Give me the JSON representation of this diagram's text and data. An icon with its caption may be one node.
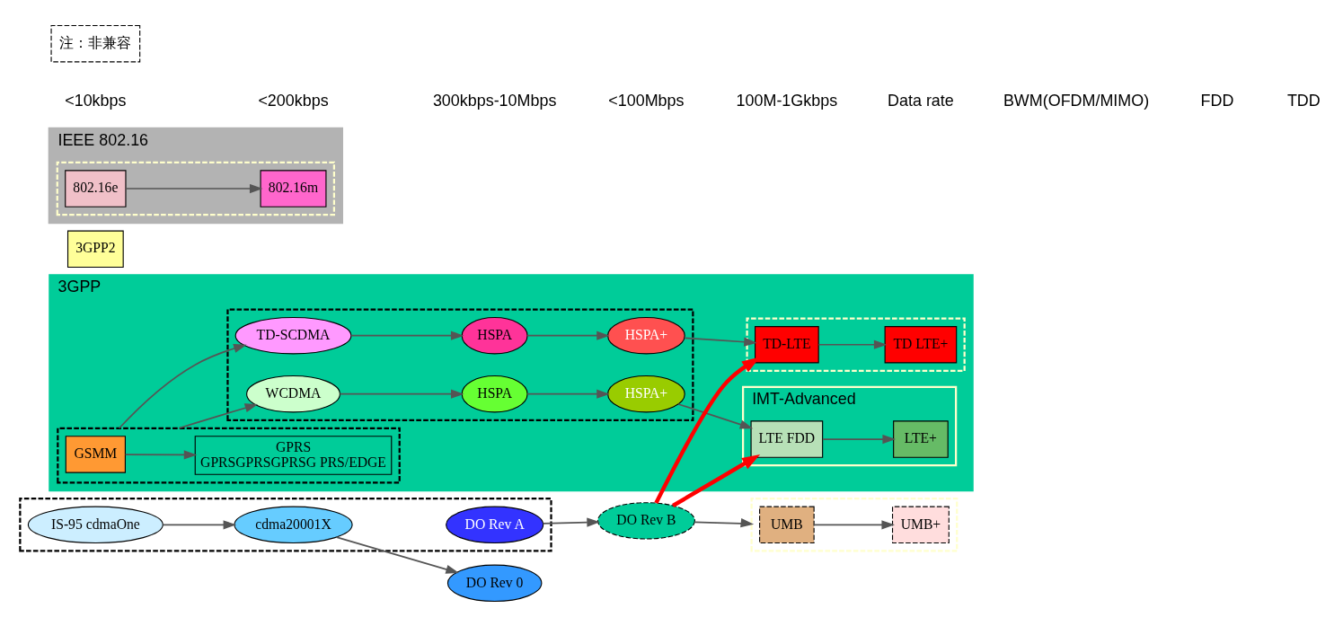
{
  "diagram": {
    "nodes": [
      {
        "text": [
          "3GPP"
        ]
      },
      {
        "text": [],
        "shape": "box",
        "in": 0
      },
      {
        "text": [
          "GSMM"
        ],
        "in": 1
      },
      {
        "text": [
          "GPRS",
          "GPRSGPRSGPRSG PRS/EDGE"
        ],
        "in": 1
      },
      {
        "text": [],
        "shape": "box",
        "in": 0
      },
      {
        "text": [
          "WCDMA"
        ],
        "in": 4
      },
      {
        "text": [
          "HSPA"
        ],
        "in": 4
      },
      {
        "text": [
          "HSPA+"
        ],
        "in": 4
      },
      {
        "text": [
          "TD-SCDMA"
        ],
        "in": 4
      },
      {
        "text": [
          "HSPA"
        ],
        "in": 4
      },
      {
        "text": [
          "HSPA+"
        ],
        "in": 4
      },
      {
        "text": [
          "IMT-Advanced"
        ],
        "in": 0
      },
      {
        "text": [
          "LTE FDD"
        ],
        "in": 11
      },
      {
        "text": [
          "LTE+"
        ],
        "in": 11
      },
      {
        "text": [],
        "shape": "box",
        "in": 0
      },
      {
        "text": [
          "TD-LTE"
        ],
        "in": 14
      },
      {
        "text": [
          "TD LTE+"
        ],
        "in": 14
      },
      {
        "text": [
          "3GPP2"
        ]
      },
      {
        "text": [],
        "shape": "box"
      },
      {
        "text": [
          "IS-95 cdmaOne"
        ],
        "in": 18
      },
      {
        "text": [
          "cdma20001X"
        ],
        "in": 18
      },
      {
        "text": [
          "DO Rev 0"
        ]
      },
      {
        "text": [
          "DO Rev A"
        ],
        "in": 18
      },
      {
        "text": [
          "DO Rev B"
        ]
      },
      {
        "text": [],
        "shape": "box"
      },
      {
        "text": [
          "UMB"
        ],
        "in": 24
      },
      {
        "text": [
          "UMB+"
        ],
        "in": 24
      },
      {
        "text": [
          "IEEE 802.16"
        ]
      },
      {
        "text": [],
        "shape": "box",
        "in": 27
      },
      {
        "text": [
          "802.16e"
        ],
        "in": 28
      },
      {
        "text": [
          "802.16m"
        ],
        "in": 28
      }
    ],
    "edges": [
      {
        "from": 2,
        "to": 3,
        "arrow": "to"
      },
      {
        "from": 1,
        "to": 5,
        "arrow": "to"
      },
      {
        "from": 1,
        "to": 8,
        "arrow": "to"
      },
      {
        "from": 5,
        "to": 6,
        "arrow": "to"
      },
      {
        "from": 6,
        "to": 7,
        "arrow": "to"
      },
      {
        "from": 8,
        "to": 9,
        "arrow": "to"
      },
      {
        "from": 9,
        "to": 10,
        "arrow": "to"
      },
      {
        "from": 7,
        "to": 12,
        "arrow": "to"
      },
      {
        "from": 10,
        "to": 15,
        "arrow": "to"
      },
      {
        "from": 12,
        "to": 13,
        "arrow": "to"
      },
      {
        "from": 15,
        "to": 16,
        "arrow": "to"
      },
      {
        "from": 19,
        "to": 20,
        "arrow": "to"
      },
      {
        "from": 20,
        "to": 21,
        "arrow": "to"
      },
      {
        "from": 22,
        "to": 23,
        "arrow": "to"
      },
      {
        "from": 23,
        "to": 24,
        "arrow": "to"
      },
      {
        "from": 25,
        "to": 26,
        "arrow": "to"
      },
      {
        "from": 29,
        "to": 30,
        "arrow": "to"
      },
      {
        "from": 23,
        "to": 12,
        "arrow": "to",
        "style": "thick",
        "color": "#ff0000"
      },
      {
        "from": 23,
        "to": 15,
        "arrow": "to",
        "style": "thick",
        "color": "#ff0000"
      }
    ],
    "labels": [
      "<10kbps",
      "<200kbps",
      "300kbps-10Mbps",
      "<100Mbps",
      "100M-1Gkbps",
      "Data rate",
      "BWM(OFDM/MIMO)",
      "FDD",
      "TDD"
    ],
    "legend": [
      {
        "text": "注：非兼容"
      }
    ]
  }
}
